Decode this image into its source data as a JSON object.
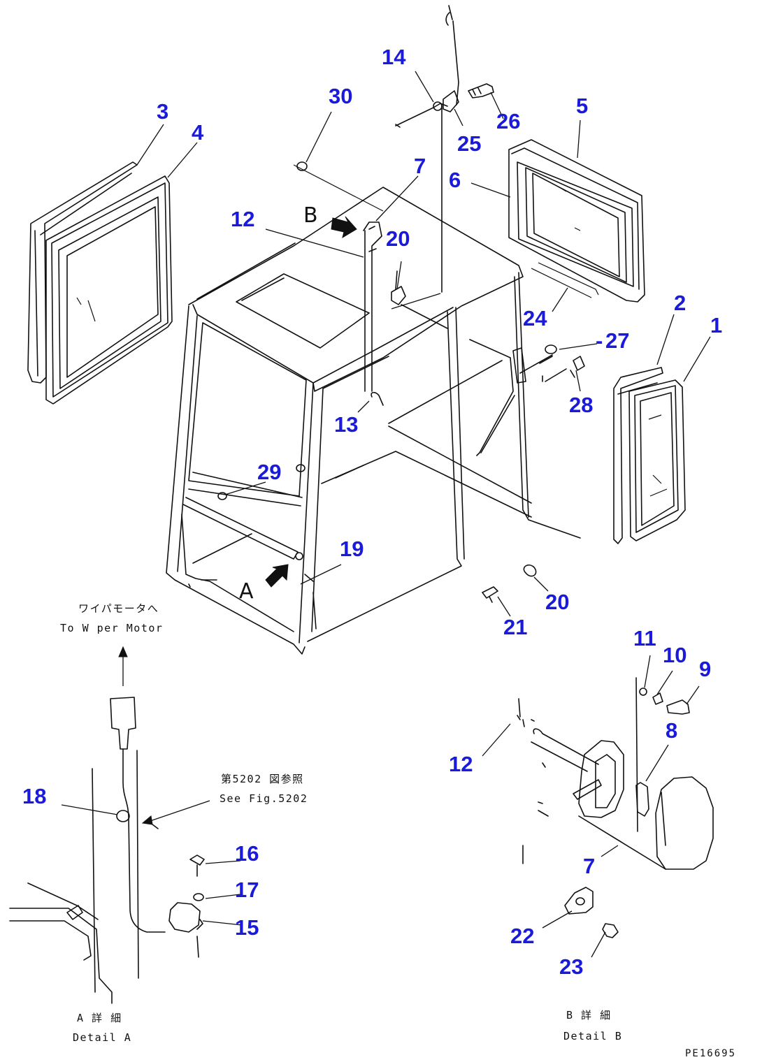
{
  "callouts": {
    "c1": "1",
    "c2": "2",
    "c3": "3",
    "c4": "4",
    "c5": "5",
    "c6": "6",
    "c7_top": "7",
    "c7_detail": "7",
    "c8": "8",
    "c9": "9",
    "c10": "10",
    "c11": "11",
    "c12_top": "12",
    "c12_detail": "12",
    "c13": "13",
    "c14": "14",
    "c15": "15",
    "c16": "16",
    "c17": "17",
    "c18": "18",
    "c19": "19",
    "c20_top": "20",
    "c20_bottom": "20",
    "c21": "21",
    "c22": "22",
    "c23": "23",
    "c24": "24",
    "c25": "25",
    "c26": "26",
    "c27": "27",
    "c28": "28",
    "c29": "29",
    "c30": "30"
  },
  "view_markers": {
    "a": "A",
    "b": "B"
  },
  "notes": {
    "wiper_jp": "ワイパモータへ",
    "wiper_en": "To W per Motor",
    "fig_ref_jp": "第5202 図参照",
    "fig_ref_en": "See Fig.5202",
    "detail_a_jp": "A 詳 細",
    "detail_a_en": "Detail A",
    "detail_b_jp": "B 詳 細",
    "detail_b_en": "Detail B"
  },
  "drawing_code": "PE16695",
  "colors": {
    "callout": "#1a1adc",
    "line": "#111111",
    "background": "#ffffff"
  }
}
